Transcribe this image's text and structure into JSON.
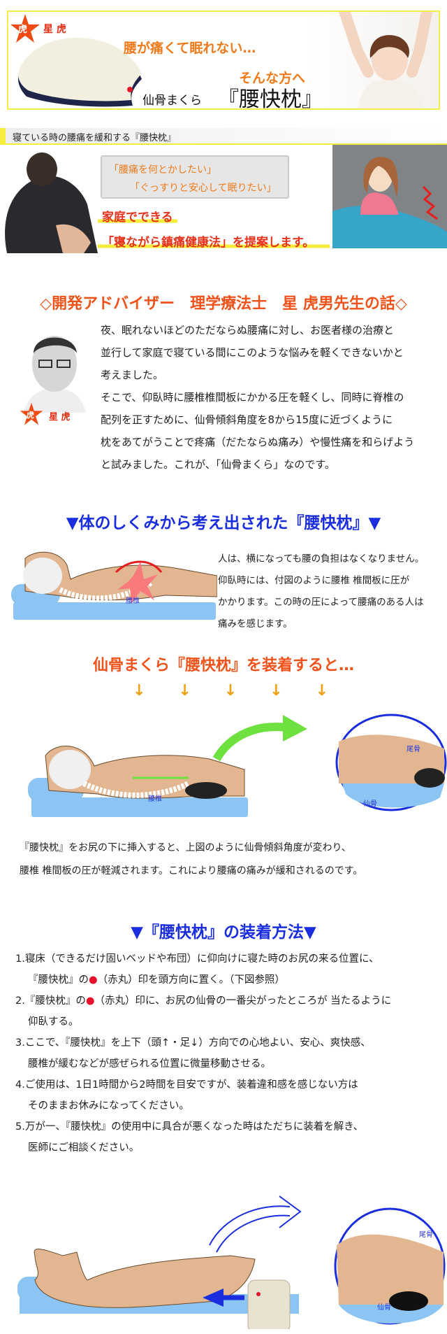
{
  "banner": {
    "logo_star_char": "虎",
    "logo_text": "星 虎",
    "headline_1": "腰が痛くて眠れない…",
    "headline_2": "そんな方へ",
    "product_prefix": "仙骨まくら",
    "product_name": "『腰快枕』"
  },
  "subheading": "寝ている時の腰痛を緩和する『腰快枕』",
  "wishes": {
    "line_1": "「腰痛を何とかしたい」",
    "line_2": "「ぐっすりと安心して眠りたい」"
  },
  "proposal": {
    "line_1": "家庭でできる",
    "line_2": "「寝ながら鎮痛健康法」を提案します。"
  },
  "advisor": {
    "heading": "◇開発アドバイザー　理学療法士　星 虎男先生の話◇",
    "logo_star_char": "虎",
    "logo_text": "星 虎",
    "lines": [
      "夜、眠れないほどのただならぬ腰痛に対し、お医者様の治療と",
      "並行して家庭で寝ている間にこのような悩みを軽くできないかと",
      "考えました。",
      "そこで、仰臥時に腰椎椎間板にかかる圧を軽くし、同時に脊椎の",
      "配列を正すために、仙骨傾斜角度を8から15度に近づくように",
      "枕をあてがうことで疼痛（だたならぬ痛み）や慢性痛を和らげよう",
      "と試みました。これが、「仙骨まくら」なのです。"
    ]
  },
  "mechanism": {
    "heading": "▼体のしくみから考え出された『腰快枕』▼",
    "diagram_label": "腰椎",
    "lines": [
      "人は、横になっても腰の負担はなくなりません。",
      "仰臥時には、付図のように腰椎 椎間板に圧が",
      "かかります。この時の圧によって腰痛のある人は",
      "痛みを感じます。"
    ]
  },
  "wearing": {
    "heading": "仙骨まくら『腰快枕』を装着すると…",
    "arrows": [
      "↓",
      "↓",
      "↓",
      "↓",
      "↓"
    ],
    "diagram_label_lumbar": "腰椎",
    "label_coccyx": "尾骨",
    "label_sacrum": "仙骨",
    "lines": [
      "『腰快枕』をお尻の下に挿入すると、上図のように仙骨傾斜角度が変わり、",
      "腰椎 椎間板の圧が軽減されます。これにより腰痛の痛みが緩和されるのです。"
    ]
  },
  "usage": {
    "heading": "▼『腰快枕』の装着方法▼",
    "marker": "●",
    "items": [
      {
        "l1": "1.寝床（できるだけ固いベッドや布団）に仰向けに寝た時のお尻の来る位置に、",
        "l2_pre": "『腰快枕』の",
        "l2_post": "（赤丸）印を頭方向に置く。（下図参照）"
      },
      {
        "l1_pre": "2.『腰快枕』の",
        "l1_post": "（赤丸）印に、お尻の仙骨の一番尖がったところが 当たるように",
        "l2": "仰臥する。"
      },
      {
        "l1": "3.ここで、『腰快枕』を上下（頭↑・足↓）方向での心地よい、安心、爽快感、",
        "l2": "腰椎が緩むなどが感ぜられる位置に微量移動させる。"
      },
      {
        "l1": "4.ご使用は、1日1時間から2時間を目安ですが、装着違和感を感じない方は",
        "l2": "そのままお休みになってください。"
      },
      {
        "l1": "5.万が一、『腰快枕』の使用中に具合が悪くなった時はただちに装着を解き、",
        "l2": "医師にご相談ください。"
      }
    ]
  },
  "bottom_diagram": {
    "label_coccyx": "尾骨",
    "label_sacrum": "仙骨"
  },
  "colors": {
    "orange": "#f07a1a",
    "blue": "#1a2ee0",
    "yellow": "#f6ec3c",
    "red": "#e8102a"
  }
}
